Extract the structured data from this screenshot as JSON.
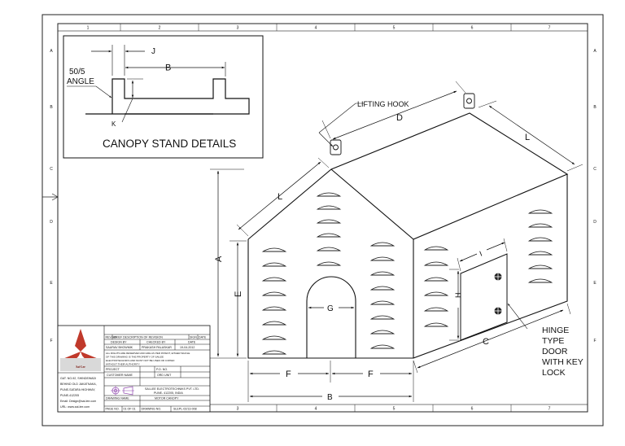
{
  "frame": {
    "col_numbers": [
      "1",
      "2",
      "3",
      "4",
      "5",
      "6",
      "7"
    ],
    "row_letters": [
      "A",
      "B",
      "C",
      "D",
      "E",
      "F"
    ]
  },
  "detail": {
    "title": "CANOPY STAND DETAILS",
    "angle_label_1": "50/5",
    "angle_label_2": "ANGLE",
    "dim_j": "J",
    "dim_b": "B",
    "dim_k": "K"
  },
  "main_view": {
    "lifting_hook": "LIFTING HOOK",
    "dim_d": "D",
    "dim_l_top": "L",
    "dim_l_left": "L",
    "dim_a": "A",
    "dim_e": "E",
    "dim_g": "G",
    "dim_f_left": "F",
    "dim_f_right": "F",
    "dim_b": "B",
    "dim_i": "I",
    "dim_h": "H",
    "dim_c": "C",
    "hinge_note": [
      "HINGE",
      "TYPE",
      "DOOR",
      "WITH KEY",
      "LOCK"
    ]
  },
  "title_block": {
    "logo_text": "Sai-Lee",
    "address": [
      "GAT. NO-92, SHINDEWADI",
      "BEHIND OLD JAKATNAKA,",
      "PUNE-SATARA HIGHWAY,",
      "PUNE-412205",
      "Email: Design@sai-lee.com",
      "URL: www.sai-lee.com"
    ],
    "rev_headers": [
      "REV.NO.",
      "BRIEF DESCRIPTION OF REVISION",
      "SIGN",
      "DATE"
    ],
    "design_headers": [
      "DESIGN BY",
      "CHECKED BY",
      "DATE"
    ],
    "design_values": [
      "SAURAV BHOWMIK",
      "PRAKASH PALASKAR",
      "19-04-2012"
    ],
    "notice": [
      "ALL RIGHTS ARE RESERVED AND ARE AS PER PATENT, EITHER WHOLE",
      "OF THIS DRAWING IS THE PROPERTY OF SAILEE",
      "ELECTROTECHNIKS AND MUST NOT BE USED OR COPIED",
      "WITHOUT THEIR AUTHORITY."
    ],
    "project_label": "PROJECT",
    "po_label": "P.O. NO.",
    "customer_name": "CUSTOMER NAME",
    "unit": "ORD UNIT",
    "company": [
      "SAI-LEE ELECTROTECHNIKS PVT. LTD.",
      "PUNE- 412205, INDIA"
    ],
    "drawing_name_label": "DRAWING NAME",
    "drawing_name": "MOTOR CANOPY",
    "page_label": "PAGE NO.",
    "page_value": "01 OF 01",
    "drawing_no_label": "DRAWING NO.",
    "drawing_no": "SLEPL-02/13-008"
  }
}
